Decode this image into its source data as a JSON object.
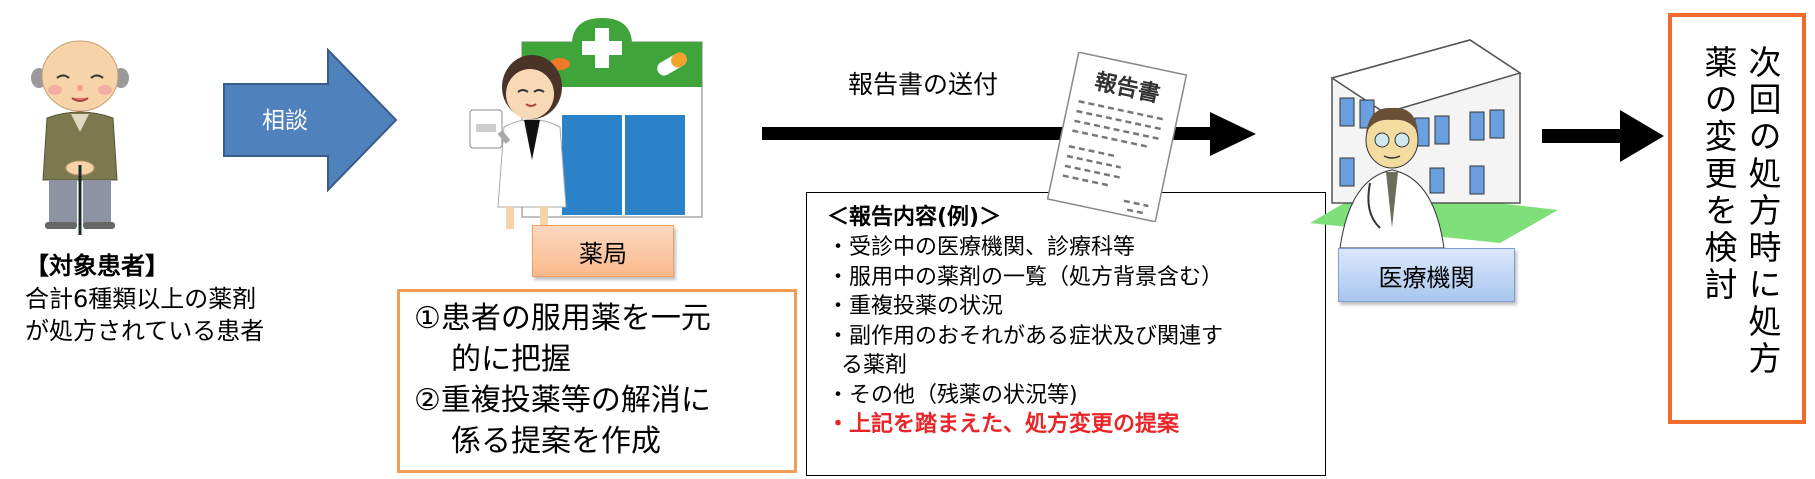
{
  "patient": {
    "icon": "elderly-man-with-cane-icon",
    "heading": "【対象患者】",
    "description_lines": [
      "合計6種類以上の薬剤",
      "が処方されている患者"
    ]
  },
  "consult_arrow": {
    "label": "相談",
    "color": "#4f81bd"
  },
  "pharmacy": {
    "icon": "pharmacist-and-pharmacy-building-icon",
    "label": "薬局",
    "tasks": [
      {
        "line1": "①患者の服用薬を一元",
        "line2": "的に把握"
      },
      {
        "line1": "②重複投薬等の解消に",
        "line2": "係る提案を作成"
      }
    ],
    "border_color": "#f39c55"
  },
  "send_arrow": {
    "label": "報告書の送付",
    "document_icon": "report-document-icon",
    "document_title": "報告書"
  },
  "report_contents": {
    "title": "＜報告内容(例)＞",
    "items": [
      "・受診中の医療機関、診療科等",
      "・服用中の薬剤の一覧（処方背景含む）",
      "・重複投薬の状況",
      "・副作用のおそれがある症状及び関連す",
      "る薬剤",
      "・その他（残薬の状況等)",
      "・上記を踏まえた、処方変更の提案"
    ],
    "highlight_color": "#e8262a"
  },
  "hospital": {
    "icon": "doctor-and-hospital-building-icon",
    "label": "医療機関"
  },
  "outcome": {
    "lines": [
      "次回の処方時に処方",
      "薬の変更を検討"
    ],
    "border_color": "#f26b2a"
  }
}
